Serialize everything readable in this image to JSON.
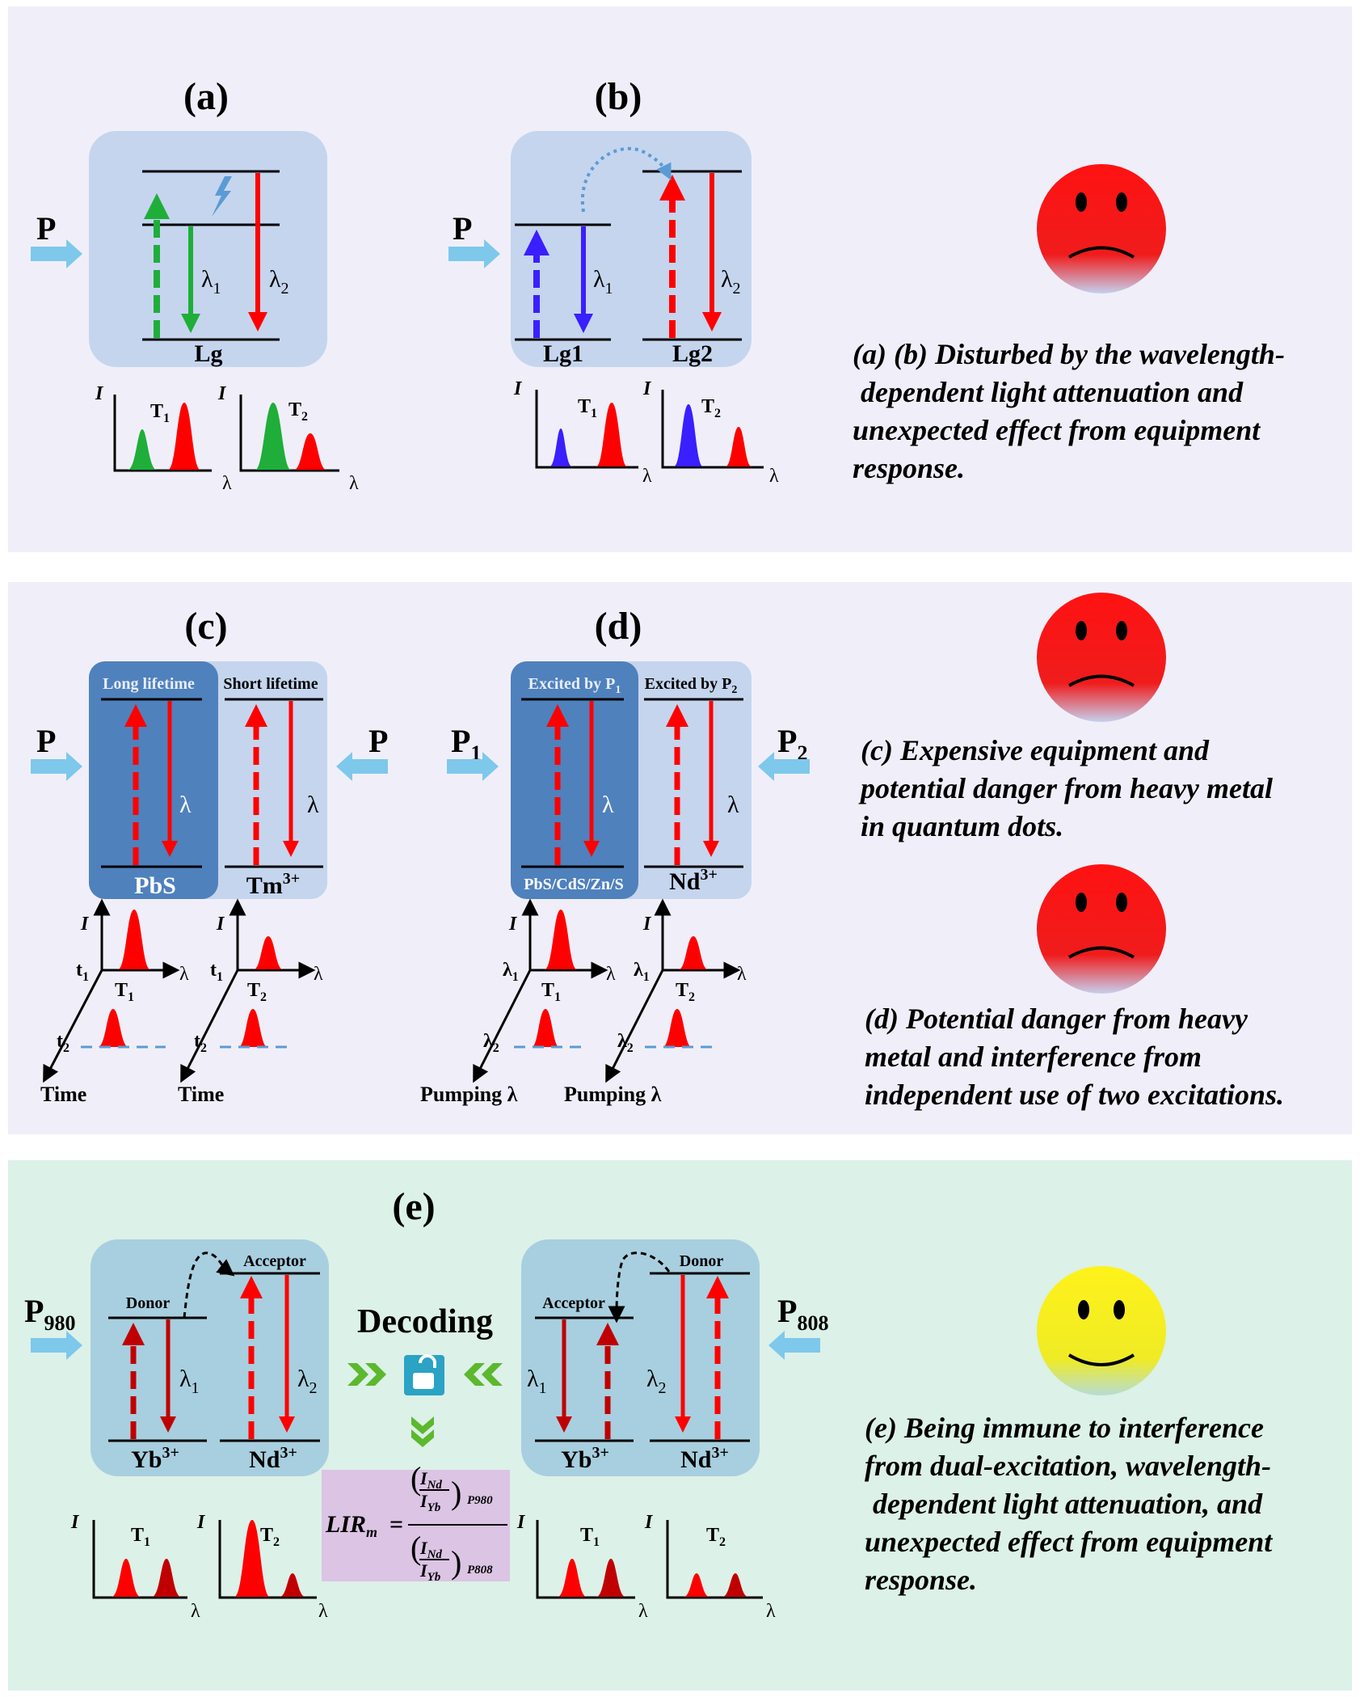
{
  "panels": {
    "a": {
      "label": "(a)",
      "pump": "P",
      "ground": "Lg",
      "lambda1": "λ",
      "lambda1_sub": "1",
      "lambda2": "λ",
      "lambda2_sub": "2",
      "spec1": "T",
      "spec1_sub": "1",
      "spec2": "T",
      "spec2_sub": "2",
      "axis_i": "I",
      "axis_l": "λ"
    },
    "b": {
      "label": "(b)",
      "pump": "P",
      "ground1": "Lg1",
      "ground2": "Lg2",
      "lambda1": "λ",
      "lambda1_sub": "1",
      "lambda2": "λ",
      "lambda2_sub": "2",
      "spec1": "T",
      "spec1_sub": "1",
      "spec2": "T",
      "spec2_sub": "2",
      "axis_i": "I",
      "axis_l": "λ"
    },
    "c": {
      "label": "(c)",
      "pump_left": "P",
      "pump_right": "P",
      "box_left_title": "Long lifetime",
      "box_right_title": "Short lifetime",
      "ground_left": "PbS",
      "ground_right": "Tm",
      "ground_right_sup": "3+",
      "lambda": "λ",
      "spec1": "T",
      "spec1_sub": "1",
      "spec2": "T",
      "spec2_sub": "2",
      "t1": "t",
      "t1_sub": "1",
      "t2": "t",
      "t2_sub": "2",
      "axis_i": "I",
      "axis_l": "λ",
      "time_axis": "Time"
    },
    "d": {
      "label": "(d)",
      "pump_left": "P",
      "pump_left_sub": "1",
      "pump_right": "P",
      "pump_right_sub": "2",
      "box_left_title": "Excited by P",
      "box_left_title_sub": "1",
      "box_right_title": "Excited by P",
      "box_right_title_sub": "2",
      "ground_left": "PbS/CdS/Zn/S",
      "ground_right": "Nd",
      "ground_right_sup": "3+",
      "lambda": "λ",
      "spec1": "T",
      "spec1_sub": "1",
      "spec2": "T",
      "spec2_sub": "2",
      "l1": "λ",
      "l1_sub": "1",
      "l2": "λ",
      "l2_sub": "2",
      "axis_i": "I",
      "axis_l": "λ",
      "pump_axis": "Pumping λ"
    },
    "e": {
      "label": "(e)",
      "pump_left": "P",
      "pump_left_sub": "980",
      "pump_right": "P",
      "pump_right_sub": "808",
      "decoding": "Decoding",
      "left_donor": "Donor",
      "left_acceptor": "Acceptor",
      "right_acceptor": "Acceptor",
      "right_donor": "Donor",
      "yb": "Yb",
      "nd": "Nd",
      "ion_sup": "3+",
      "lambda1": "λ",
      "lambda1_sub": "1",
      "lambda2": "λ",
      "lambda2_sub": "2",
      "spec1": "T",
      "spec1_sub": "1",
      "spec2": "T",
      "spec2_sub": "2",
      "axis_i": "I",
      "axis_l": "λ",
      "lir_lhs": "LIR",
      "lir_lhs_sub": "m",
      "lir_i": "I",
      "lir_nd": "Nd",
      "lir_yb": "Yb",
      "lir_p980": "P980",
      "lir_p808": "P808"
    }
  },
  "captions": {
    "ab": [
      "(a) (b) Disturbed by the wavelength-",
      "dependent light attenuation and",
      "unexpected effect from equipment",
      "response."
    ],
    "c": [
      "(c) Expensive equipment and",
      "potential danger from heavy metal",
      "in quantum dots."
    ],
    "d": [
      "(d) Potential danger from heavy",
      "metal and interference from",
      "independent use of two excitations."
    ],
    "e": [
      "(e) Being immune to interference",
      "from dual-excitation, wavelength-",
      "dependent light attenuation, and",
      "unexpected effect from equipment",
      "response."
    ]
  },
  "faces": {
    "sad": "sad-face",
    "happy": "happy-face"
  },
  "colors": {
    "section_bg": "#f0eff9",
    "section_e_bg": "#dcf1e8",
    "box_light": "#c5d5ee",
    "box_dark": "#4f81bd",
    "box_e": "#a8cfdf",
    "arrow_pump": "#7ec8ec",
    "red": "#ff0000",
    "green": "#1fae3a",
    "blue": "#3a1fff",
    "decode_green": "#5cb82c",
    "lir_bg": "#dcc4e4",
    "face_sad": "#ff1a1a",
    "face_happy": "#f2ee1a"
  }
}
